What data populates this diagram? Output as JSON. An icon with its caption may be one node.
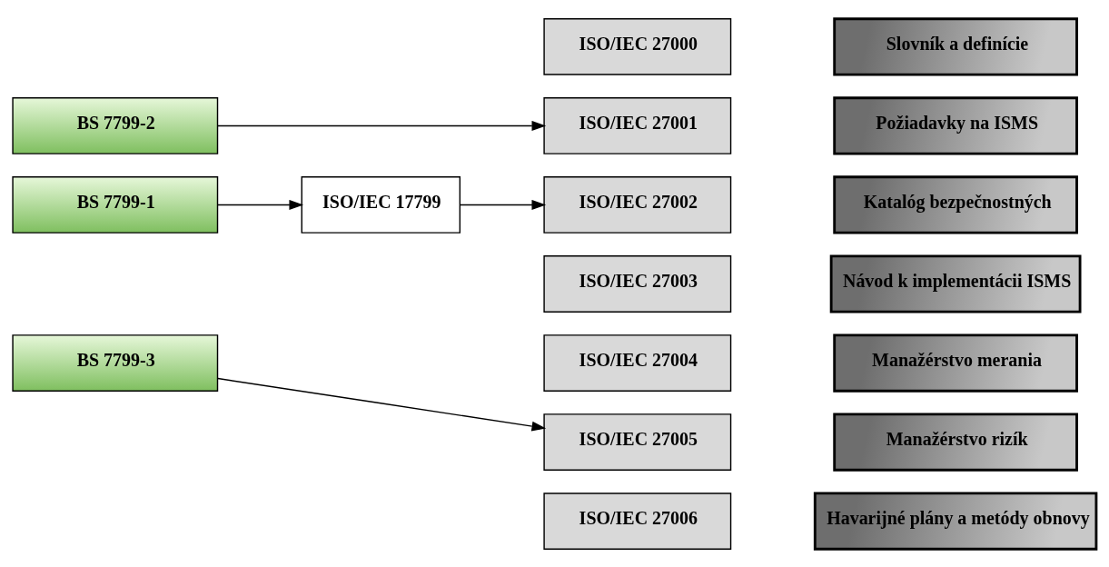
{
  "diagram": {
    "nodes": [
      {
        "text": [
          "ISO/IEC 27000"
        ]
      },
      {
        "text": [
          "Slovník a definície"
        ]
      },
      {
        "text": [
          "BS 7799-2"
        ]
      },
      {
        "text": [
          "ISO/IEC 27001"
        ]
      },
      {
        "text": [
          "Požiadavky na ISMS"
        ]
      },
      {
        "text": [
          "BS 7799-1"
        ]
      },
      {
        "text": [
          "ISO/IEC 17799"
        ]
      },
      {
        "text": [
          "ISO/IEC 27002"
        ]
      },
      {
        "text": [
          "Katalóg bezpečnostných"
        ]
      },
      {
        "text": [
          "ISO/IEC 27003"
        ]
      },
      {
        "text": [
          "Návod k implementácii ISMS"
        ]
      },
      {
        "text": [
          "ISO/IEC 27004"
        ]
      },
      {
        "text": [
          "Manažérstvo merania"
        ]
      },
      {
        "text": [
          "BS 7799-3"
        ]
      },
      {
        "text": [
          "ISO/IEC 27005"
        ]
      },
      {
        "text": [
          "Manažérstvo rizík"
        ]
      },
      {
        "text": [
          "ISO/IEC 27006"
        ]
      },
      {
        "text": [
          "Havarijné plány a metódy obnovy"
        ]
      }
    ],
    "edges": [
      {
        "from": 2,
        "to": 3,
        "arrow": "to"
      },
      {
        "from": 5,
        "to": 6,
        "arrow": "to"
      },
      {
        "from": 6,
        "to": 7,
        "arrow": "to"
      },
      {
        "from": 13,
        "to": 14,
        "arrow": "to"
      }
    ]
  }
}
